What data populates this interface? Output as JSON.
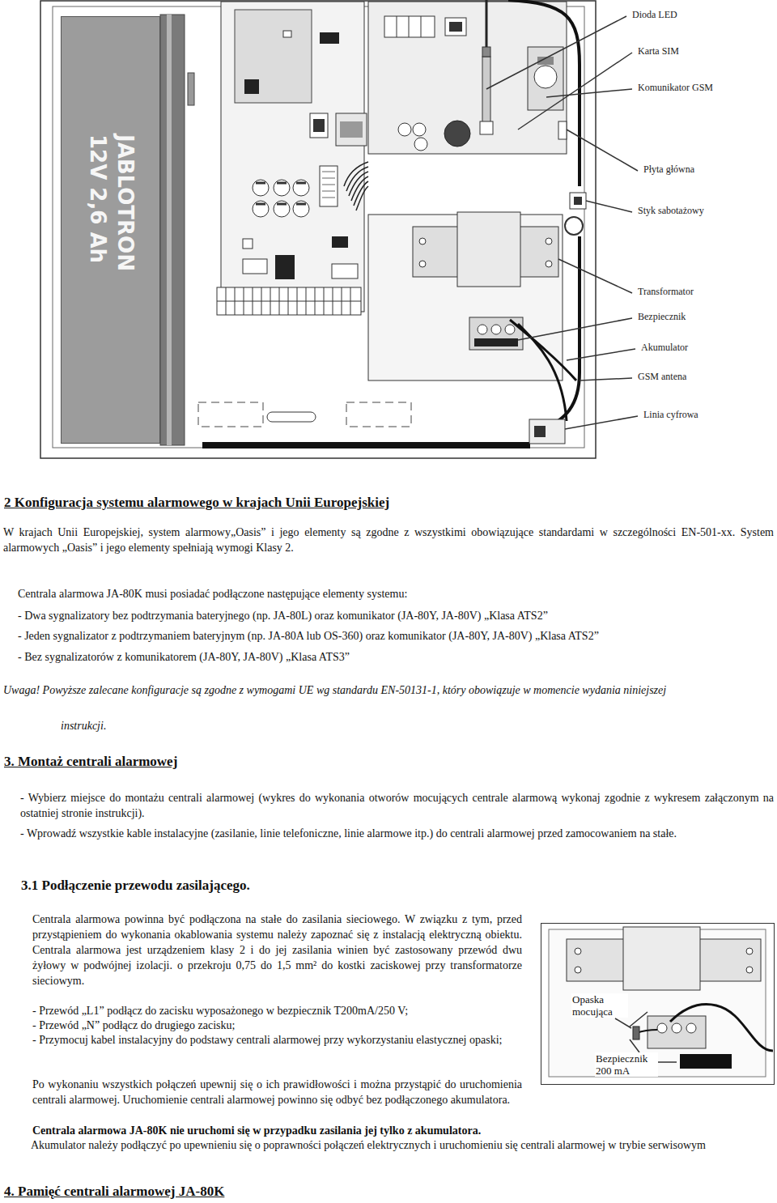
{
  "diagram": {
    "nodes": [
      {
        "text": [
          "JABLOTRON 12V 2,6 Ah"
        ]
      }
    ],
    "labels": [
      "Dioda LED",
      "Karta SIM",
      "Komunikator GSM",
      "Płyta główna",
      "Styk sabotażowy",
      "Transformator",
      "Bezpiecznik",
      "Akumulator",
      "GSM antena",
      "Linia cyfrowa",
      "2 Konfiguracja systemu alarmowego w krajach Unii Europejskiej",
      "W krajach Unii Europejskiej, system alarmowy„Oasis” i jego elementy są zgodne z wszystkimi obowiązujące standardami w szczególności EN-501-xx. System alarmowych „Oasis” i jego elementy spełniają wymogi Klasy 2.",
      "Centrala alarmowa JA-80K musi posiadać podłączone następujące elementy systemu:",
      "- Dwa sygnalizatory bez podtrzymania bateryjnego (np. JA-80L) oraz komunikator (JA-80Y, JA-80V) „Klasa ATS2”",
      "- Jeden sygnalizator z podtrzymaniem bateryjnym (np. JA-80A lub OS-360) oraz komunikator (JA-80Y, JA-80V) „Klasa ATS2”",
      "- Bez sygnalizatorów z komunikatorem (JA-80Y, JA-80V) „Klasa ATS3”",
      "Uwaga! Powyższe zalecane konfiguracje są zgodne z wymogami UE wg standardu EN-50131-1, który obowiązuje w momencie wydania niniejszej",
      "instrukcji.",
      "3. Montaż centrali alarmowej",
      "- Wybierz miejsce do montażu centrali alarmowej (wykres do wykonania otworów mocujących centrale alarmową wykonaj zgodnie z wykresem załączonym na ostatniej stronie instrukcji).",
      "- Wprowadź wszystkie kable instalacyjne (zasilanie, linie telefoniczne, linie alarmowe itp.) do centrali alarmowej przed zamocowaniem na stałe.",
      "3.1 Podłączenie przewodu zasilającego.",
      "Centrala alarmowa powinna być podłączona na stałe do zasilania sieciowego. W związku z tym, przed przystąpieniem do wykonania okablowania systemu należy zapoznać się z instalacją elektryczną obiektu. Centrala alarmowa jest urządzeniem klasy 2 i do jej zasilania winien być zastosowany przewód dwu żyłowy w podwójnej izolacji. o przekroju 0,75 do 1,5 mm² do kostki zaciskowej przy transformatorze sieciowym.",
      "Opaska mocująca",
      "Bezpiecznik 200 mA",
      "- Przewód „L1” podłącz do zacisku wyposażonego w bezpiecznik T200mA/250 V;",
      "- Przewód „N” podłącz do drugiego zacisku;",
      "- Przymocuj kabel instalacyjny do podstawy centrali alarmowej przy wykorzystaniu elastycznej opaski;",
      "Po wykonaniu wszystkich połączeń upewnij się o ich prawidłowości i można przystąpić do uruchomienia centrali alarmowej. Uruchomienie centrali alarmowej powinno się odbyć bez podłączonego akumulatora.",
      "Centrala alarmowa JA-80K nie uruchomi się w przypadku zasilania jej tylko z akumulatora.",
      "Akumulator należy podłączyć po upewnieniu się o poprawności połączeń elektrycznych i uruchomieniu się centrali alarmowej w trybie serwisowym",
      "4. Pamięć centrali alarmowej JA-80K"
    ]
  }
}
